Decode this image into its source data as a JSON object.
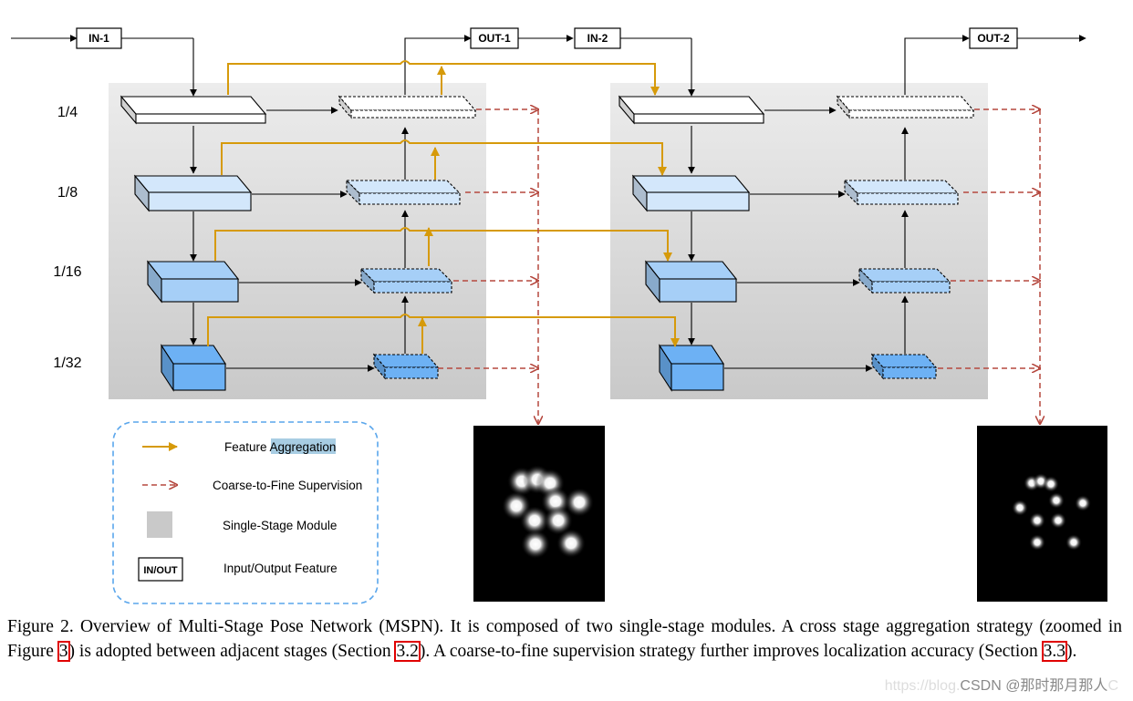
{
  "diagram": {
    "io_labels": {
      "in1": "IN-1",
      "out1": "OUT-1",
      "in2": "IN-2",
      "out2": "OUT-2"
    },
    "scales": [
      "1/4",
      "1/8",
      "1/16",
      "1/32"
    ],
    "legend": {
      "aggregation_prefix": "Feature ",
      "aggregation_highlight": "Aggregation",
      "supervision": "Coarse-to-Fine Supervision",
      "module": "Single-Stage Module",
      "io_box": "IN/OUT",
      "io": "Input/Output Feature"
    }
  },
  "caption": {
    "p1": "Figure 2. Overview of Multi-Stage Pose Network (MSPN). It is composed of two single-stage modules.  A cross stage aggregation strat­egy (zoomed in Figure ",
    "ref1": "3",
    "p2": ") is adopted between adjacent stages (Section ",
    "ref2": "3.2",
    "p3": ").  A coarse-to-fine supervision strategy further improves local­ization accuracy (Section ",
    "ref3": "3.3",
    "p4": ")."
  },
  "watermark": {
    "faint": "https://blog.",
    "brand": "CSDN @那时那月那人",
    "tail": "C"
  },
  "colors": {
    "aggregation": "#d69a0a",
    "supervision": "#b5483f",
    "module_bg_top": "#ececec",
    "module_bg_bottom": "#c9c9c9",
    "scale_fills": [
      "#ffffff",
      "#d3e7fb",
      "#a6cff7",
      "#6db1f4"
    ],
    "legend_border": "#5aa6ec"
  }
}
